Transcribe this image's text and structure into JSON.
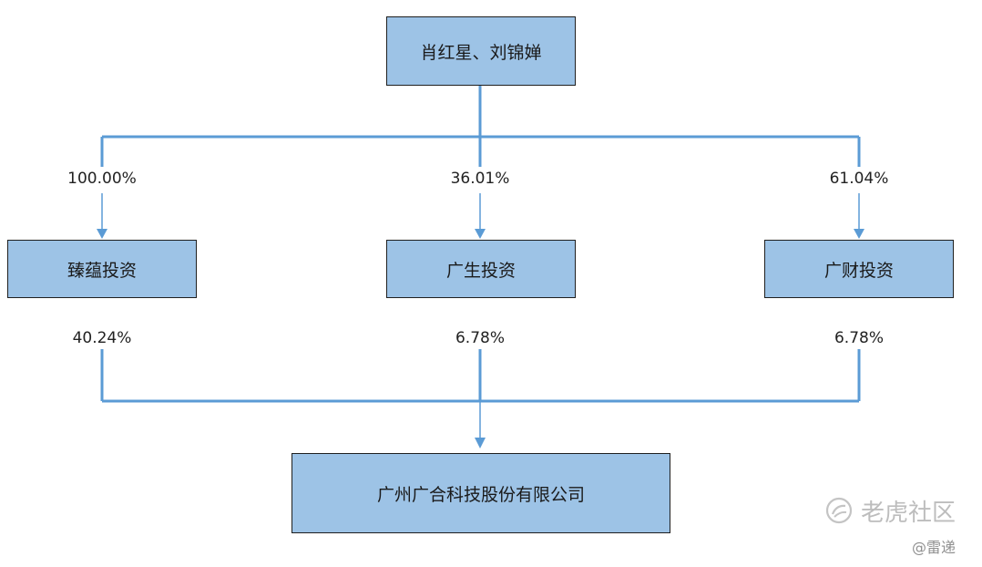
{
  "colors": {
    "box_fill": "#9dc3e6",
    "box_border": "#1f1f1f",
    "connector": "#5b9bd5",
    "watermark": "#bdbdbd"
  },
  "nodes": {
    "top": "肖红星、刘锦婵",
    "left": "臻蕴投资",
    "center": "广生投资",
    "right": "广财投资",
    "bottom": "广州广合科技股份有限公司"
  },
  "percentages": {
    "top_to_left": "100.00%",
    "top_to_center": "36.01%",
    "top_to_right": "61.04%",
    "left_to_bottom": "40.24%",
    "center_to_bottom": "6.78%",
    "right_to_bottom": "6.78%"
  },
  "watermark": {
    "brand": "老虎社区",
    "handle": "@雷递",
    "icon": "tiger-paw-icon"
  }
}
